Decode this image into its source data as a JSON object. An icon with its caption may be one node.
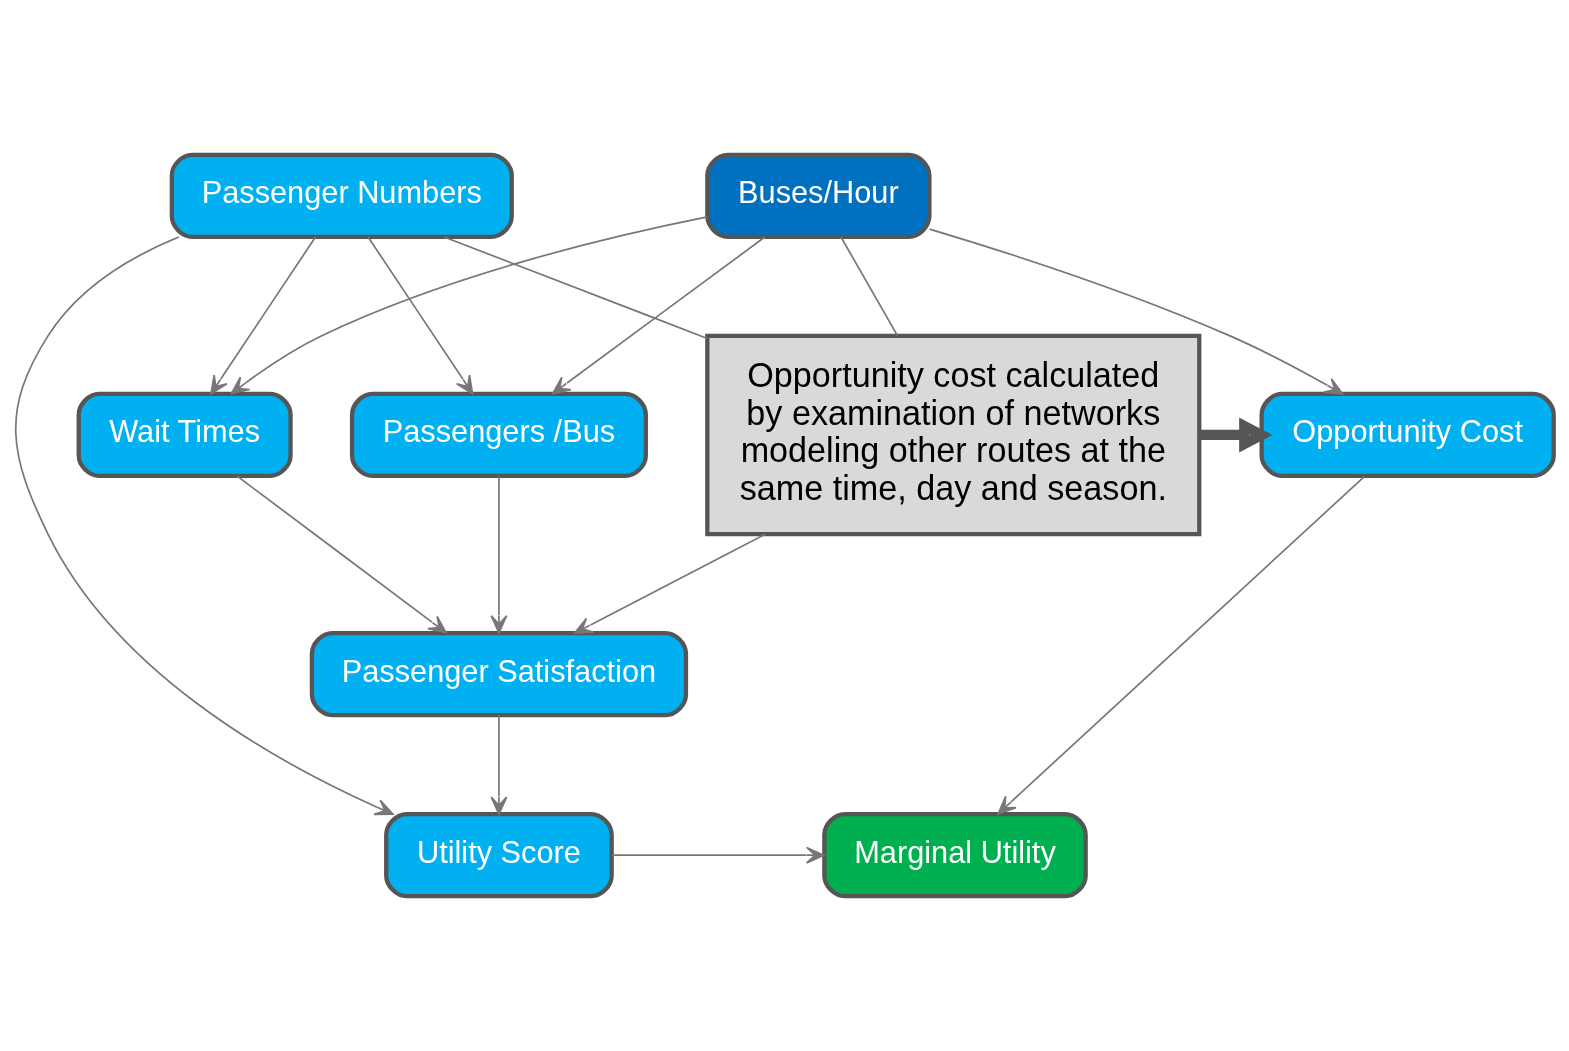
{
  "diagram": {
    "nodes": [
      {
        "text": [
          "Passenger Numbers"
        ]
      },
      {
        "text": [
          "Buses/Hour"
        ]
      },
      {
        "text": [
          "Wait Times"
        ]
      },
      {
        "text": [
          "Passengers /Bus"
        ]
      },
      {
        "text": [
          "Opportunity cost calculated by examination of networks modeling other routes at the same time, day and season."
        ]
      },
      {
        "text": [
          "Opportunity Cost"
        ]
      },
      {
        "text": [
          "Passenger Satisfaction"
        ]
      },
      {
        "text": [
          "Utility Score"
        ]
      },
      {
        "text": [
          "Marginal Utility"
        ]
      }
    ],
    "edges": [
      {
        "from": 0,
        "to": 2,
        "arrow": "to"
      },
      {
        "from": 0,
        "to": 3,
        "arrow": "to"
      },
      {
        "from": 0,
        "to": 7,
        "arrow": "to"
      },
      {
        "from": 0,
        "to": 4,
        "arrow": "none"
      },
      {
        "from": 1,
        "to": 2,
        "arrow": "to"
      },
      {
        "from": 1,
        "to": 3,
        "arrow": "to"
      },
      {
        "from": 1,
        "to": 4,
        "arrow": "none"
      },
      {
        "from": 1,
        "to": 5,
        "arrow": "to"
      },
      {
        "from": 2,
        "to": 6,
        "arrow": "to"
      },
      {
        "from": 3,
        "to": 6,
        "arrow": "to"
      },
      {
        "from": 4,
        "to": 6,
        "arrow": "to"
      },
      {
        "from": 4,
        "to": 5,
        "arrow": "to",
        "style": "thick"
      },
      {
        "from": 6,
        "to": 7,
        "arrow": "to"
      },
      {
        "from": 7,
        "to": 8,
        "arrow": "to"
      },
      {
        "from": 5,
        "to": 8,
        "arrow": "to"
      }
    ]
  }
}
